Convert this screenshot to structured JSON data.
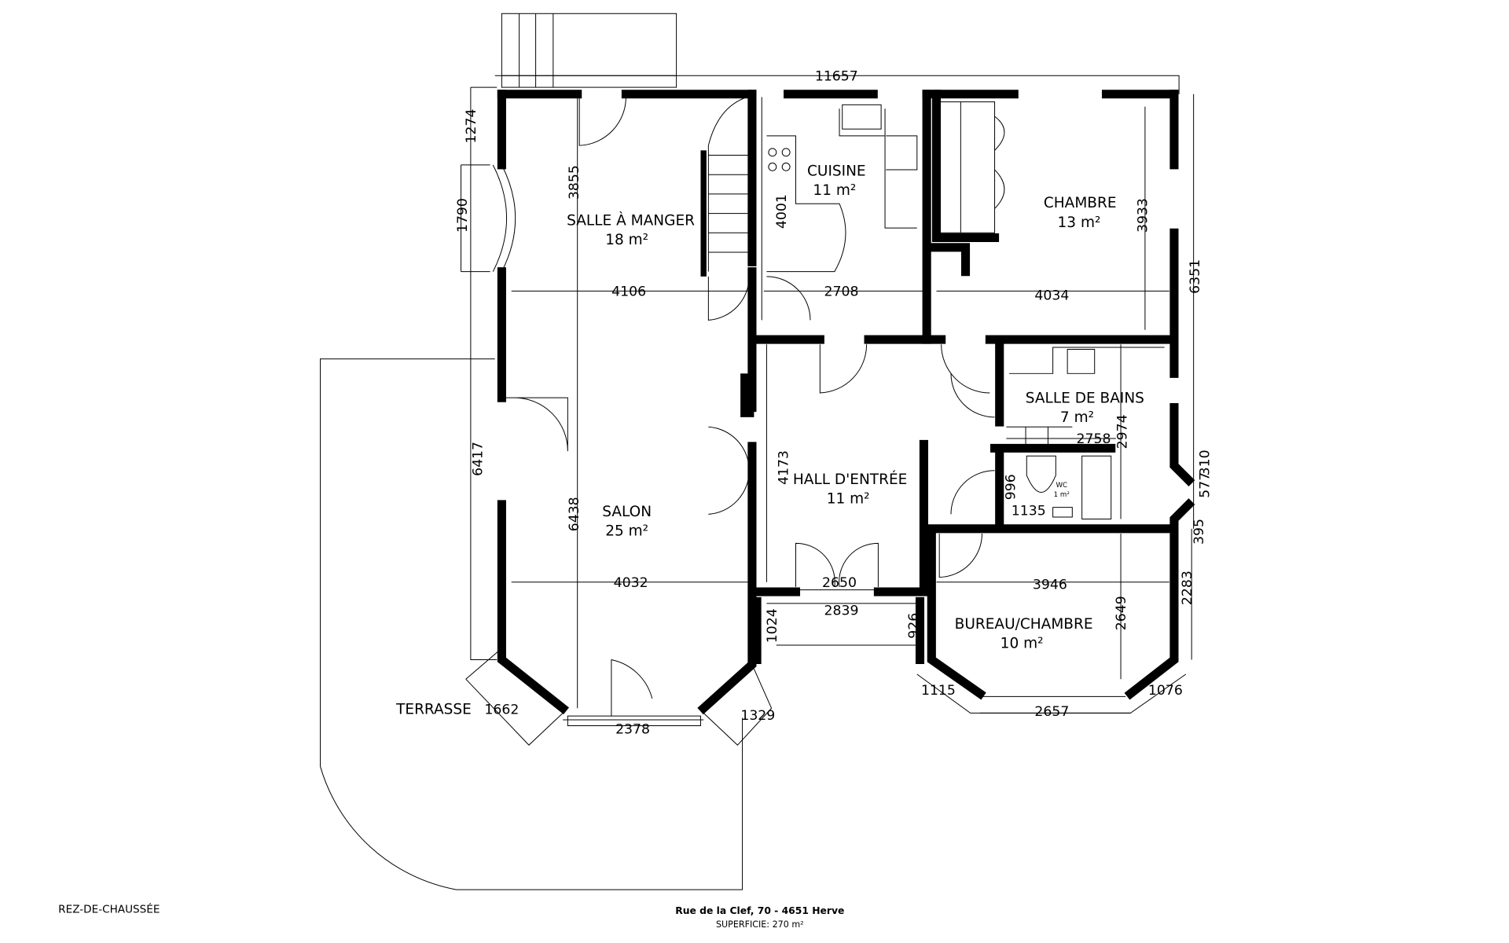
{
  "rooms": [
    {
      "name": "SALLE À MANGER",
      "area": "18 m²"
    },
    {
      "name": "CUISINE",
      "area": "11 m²"
    },
    {
      "name": "CHAMBRE",
      "area": "13 m²"
    },
    {
      "name": "SALLE DE BAINS",
      "area": "7 m²"
    },
    {
      "name": "WC",
      "area": "1 m²"
    },
    {
      "name": "HALL D'ENTRÉE",
      "area": "11 m²"
    },
    {
      "name": "SALON",
      "area": "25 m²"
    },
    {
      "name": "BUREAU/CHAMBRE",
      "area": "10 m²"
    },
    {
      "name": "TERRASSE"
    }
  ],
  "dimensions": [
    "11657",
    "1274",
    "1790",
    "3855",
    "4106",
    "4001",
    "2708",
    "4034",
    "3933",
    "6351",
    "2758",
    "2974",
    "996",
    "1135",
    "577",
    "310",
    "395",
    "6417",
    "6438",
    "4173",
    "4032",
    "2650",
    "2839",
    "1024",
    "926",
    "3946",
    "2649",
    "2283",
    "1662",
    "2378",
    "1329",
    "1115",
    "2657",
    "1076"
  ],
  "level": "REZ-DE-CHAUSSÉE",
  "footer": {
    "address": "Rue de la Clef, 70 - 4651 Herve",
    "surface": "SUPERFICIE: 270 m²"
  }
}
